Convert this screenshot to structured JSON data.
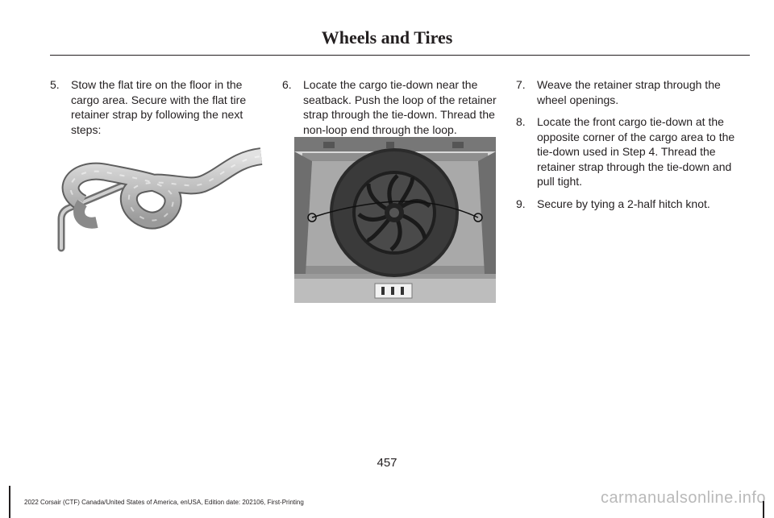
{
  "header": {
    "title": "Wheels and Tires"
  },
  "columns": {
    "col1": {
      "steps": [
        {
          "num": "5.",
          "text": "Stow the flat tire on the floor in the cargo area. Secure with the flat tire retainer strap by following the next steps:"
        }
      ]
    },
    "col2": {
      "steps": [
        {
          "num": "6.",
          "text": "Locate the cargo tie-down near the seatback. Push the loop of the retainer strap through the tie-down. Thread the non-loop end through the loop."
        }
      ]
    },
    "col3": {
      "steps": [
        {
          "num": "7.",
          "text": "Weave the retainer strap through the wheel openings."
        },
        {
          "num": "8.",
          "text": "Locate the front cargo tie-down at the opposite corner of the cargo area to the tie-down used in Step 4. Thread the retainer strap through the tie-down and pull tight."
        },
        {
          "num": "9.",
          "text": "Secure by tying a 2-half hitch knot."
        }
      ]
    }
  },
  "footer": {
    "page_number": "457",
    "edition": "2022 Corsair (CTF) Canada/United States of America, enUSA, Edition date: 202106, First-Printing",
    "watermark": "carmanualsonline.info"
  }
}
